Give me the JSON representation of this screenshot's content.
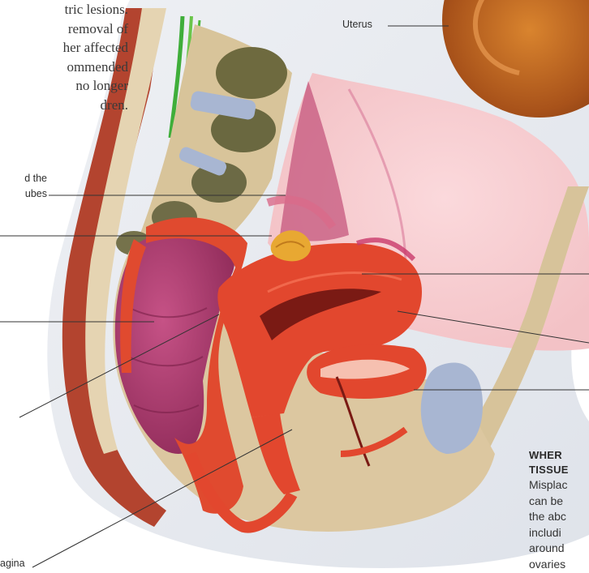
{
  "intro_text_lines": [
    "tric lesions.",
    "removal of",
    "her affected",
    "ommended",
    "no longer",
    "dren."
  ],
  "labels": {
    "uterus": "Uterus",
    "ovaries_tubes_line1": "d the",
    "ovaries_tubes_line2": "ubes",
    "vagina": "agina"
  },
  "sidebar": {
    "heading_line1": "WHER",
    "heading_line2": "TISSUE",
    "body_lines": [
      "Misplac",
      "can be",
      "the abc",
      "includi",
      "around",
      "ovaries"
    ]
  },
  "colors": {
    "background": "#ffffff",
    "uterus_red": "#e2472e",
    "tissue_tan": "#d7c39a",
    "intestine_purple": "#a8386a",
    "leader_line": "#333333"
  }
}
